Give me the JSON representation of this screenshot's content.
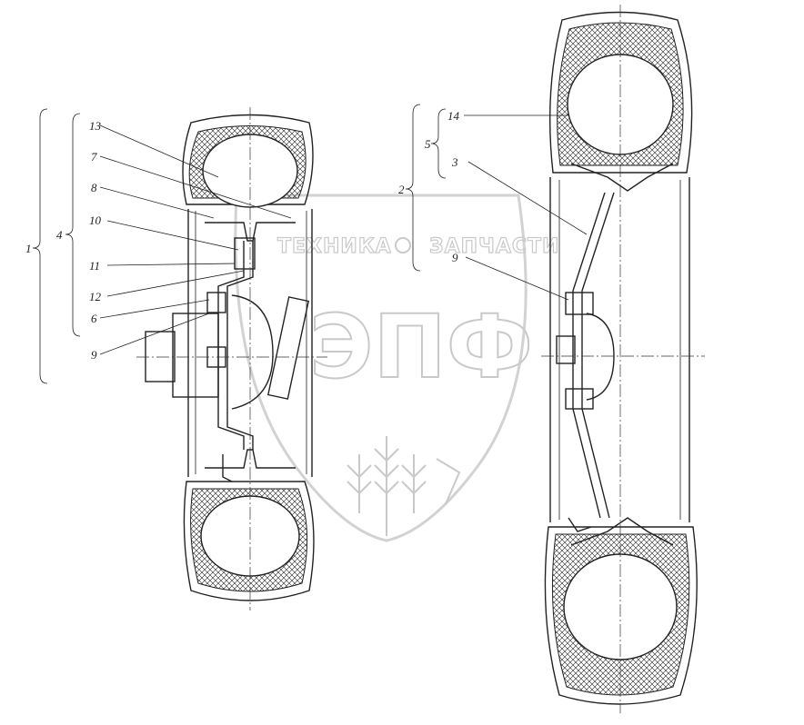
{
  "watermark": {
    "left_word": "ТЕХНИКА",
    "right_word": "ЗАПЧАСТИ",
    "logo_letters": "ЭПФ"
  },
  "callouts": {
    "n1": "1",
    "n2": "2",
    "n3": "3",
    "n4": "4",
    "n5": "5",
    "n6": "6",
    "n7": "7",
    "n8": "8",
    "n9_left": "9",
    "n9_right": "9",
    "n10": "10",
    "n11": "11",
    "n12": "12",
    "n13": "13",
    "n14": "14"
  },
  "colors": {
    "ink": "#222222",
    "watermark": "#c9c9c9"
  }
}
